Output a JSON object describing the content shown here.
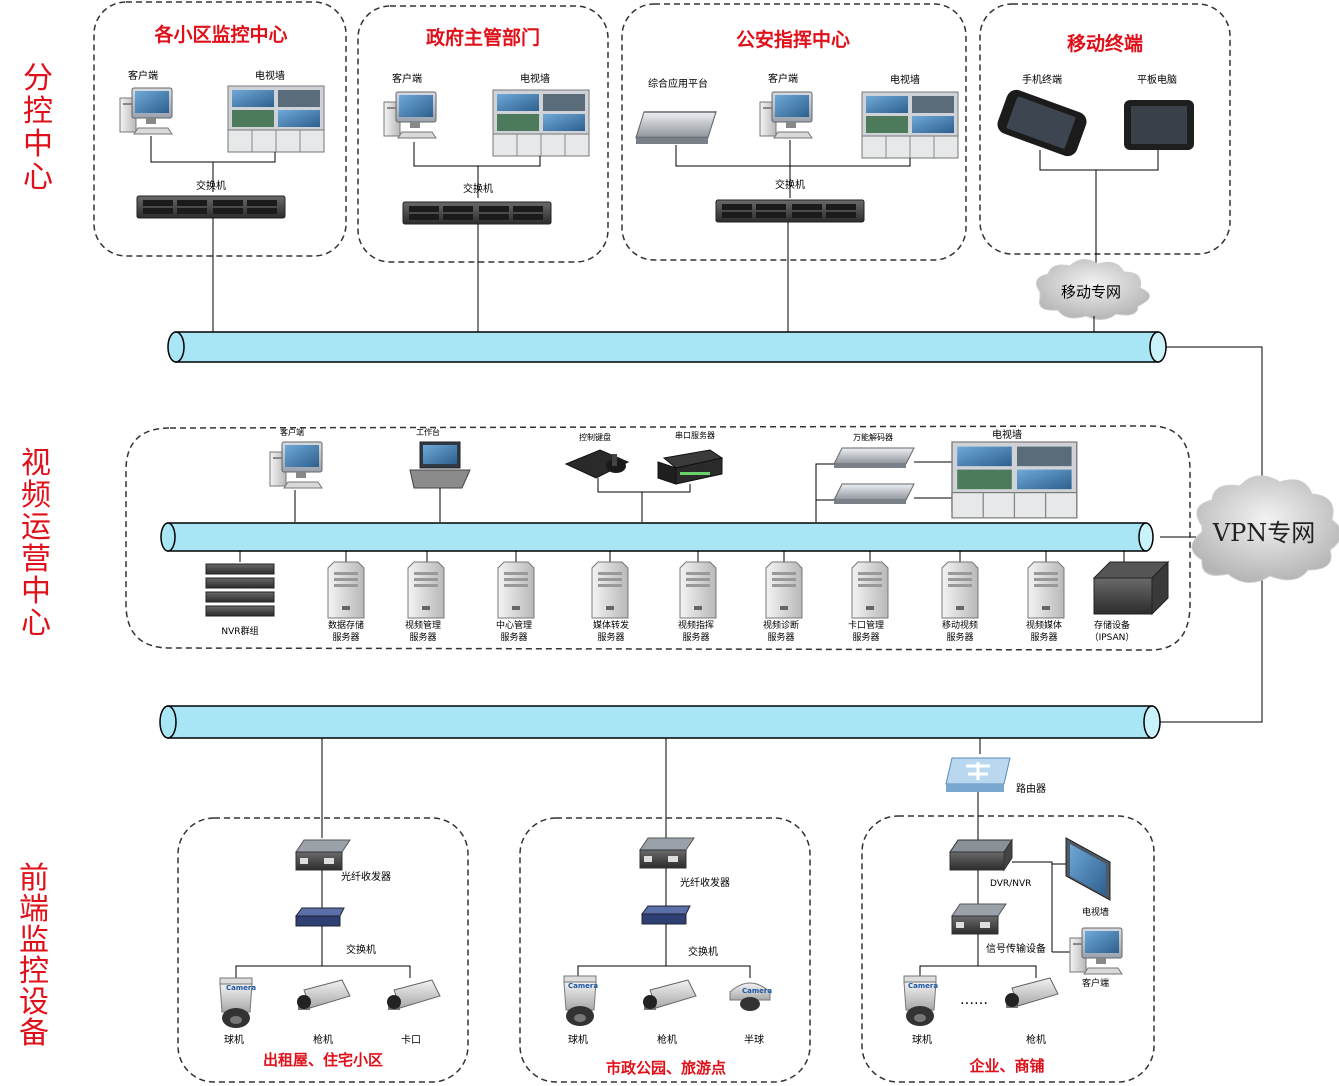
{
  "side_labels": {
    "top": [
      "分",
      "控",
      "中",
      "心"
    ],
    "middle": [
      "视",
      "频",
      "运",
      "营",
      "中",
      "心"
    ],
    "bottom": [
      "前",
      "端",
      "监",
      "控",
      "设",
      "备"
    ]
  },
  "top_groups": {
    "community": {
      "title": "各小区监控中心",
      "client": "客户端",
      "tvwall": "电视墙",
      "switch": "交换机"
    },
    "government": {
      "title": "政府主管部门",
      "client": "客户端",
      "tvwall": "电视墙",
      "switch": "交换机"
    },
    "police": {
      "title": "公安指挥中心",
      "platform": "综合应用平台",
      "client": "客户端",
      "tvwall": "电视墙",
      "switch": "交换机"
    },
    "mobile": {
      "title": "移动终端",
      "phone": "手机终端",
      "tablet": "平板电脑"
    }
  },
  "clouds": {
    "mobile_net": "移动专网",
    "vpn": "VPN专网"
  },
  "ops_center": {
    "client": "客户端",
    "workstation": "工作台",
    "keyboard": "控制键盘",
    "serial": "串口服务器",
    "decoder": "万能解码器",
    "tvwall": "电视墙",
    "servers": [
      {
        "line1": "NVR群组",
        "line2": ""
      },
      {
        "line1": "数据存储",
        "line2": "服务器"
      },
      {
        "line1": "视频管理",
        "line2": "服务器"
      },
      {
        "line1": "中心管理",
        "line2": "服务器"
      },
      {
        "line1": "媒体转发",
        "line2": "服务器"
      },
      {
        "line1": "视频指挥",
        "line2": "服务器"
      },
      {
        "line1": "视频诊断",
        "line2": "服务器"
      },
      {
        "line1": "卡口管理",
        "line2": "服务器"
      },
      {
        "line1": "移动视频",
        "line2": "服务器"
      },
      {
        "line1": "视频媒体",
        "line2": "服务器"
      },
      {
        "line1": "存储设备",
        "line2": "（IPSAN）"
      }
    ]
  },
  "front": {
    "g1": {
      "title": "出租屋、住宅小区",
      "transceiver": "光纤收发器",
      "switch": "交换机",
      "cams": [
        "球机",
        "枪机",
        "卡口"
      ]
    },
    "g2": {
      "title": "市政公园、旅游点",
      "transceiver": "光纤收发器",
      "switch": "交换机",
      "cams": [
        "球机",
        "枪机",
        "半球"
      ]
    },
    "g3": {
      "title": "企业、商铺",
      "router": "路由器",
      "dvr": "DVR/NVR",
      "signal": "信号传输设备",
      "tvwall": "电视墙",
      "client": "客户端",
      "cams": [
        "球机",
        "枪机"
      ],
      "dots": "……"
    }
  },
  "camera_brand": "Camera",
  "colors": {
    "title_red": "#e0101a",
    "pipe": "#a8e6f5"
  }
}
